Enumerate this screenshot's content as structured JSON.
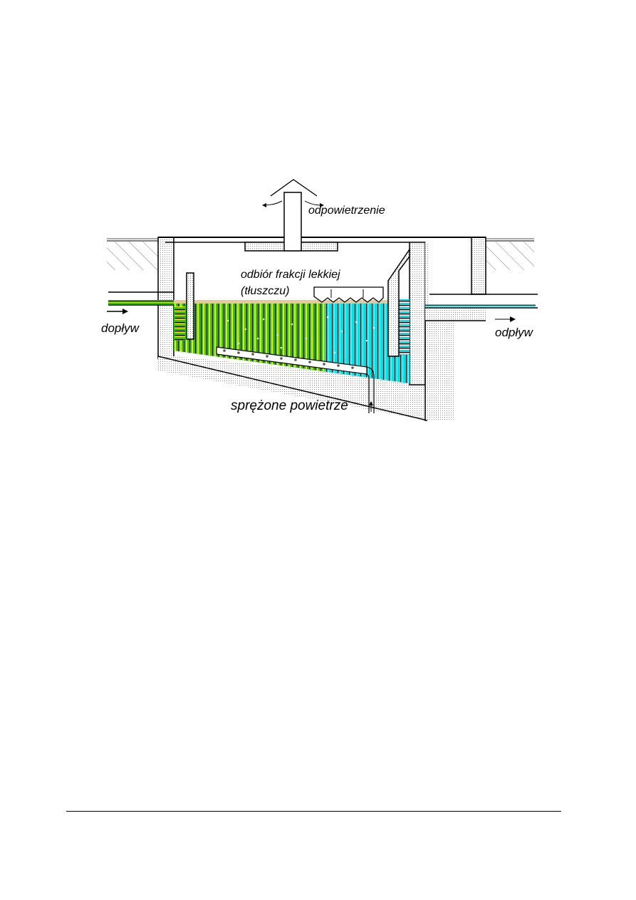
{
  "diagram": {
    "title": "Grease separator with aeration (cross-section)",
    "labels": {
      "vent": "odpowietrzenie",
      "skim_line1": "odbiór frakcji lekkiej",
      "skim_line2": "(tłuszczu)",
      "inflow": "dopływ",
      "outflow": "odpływ",
      "air": "sprężone powietrze"
    },
    "colors": {
      "inflow_water": "#22cc00",
      "inflow_stripe": "#ffff00",
      "outflow_water": "#00e0e8",
      "grease_layer": "#e8c89a",
      "concrete": "#dcdcdc",
      "line": "#000000"
    }
  },
  "page": {
    "footer_rule": true
  }
}
